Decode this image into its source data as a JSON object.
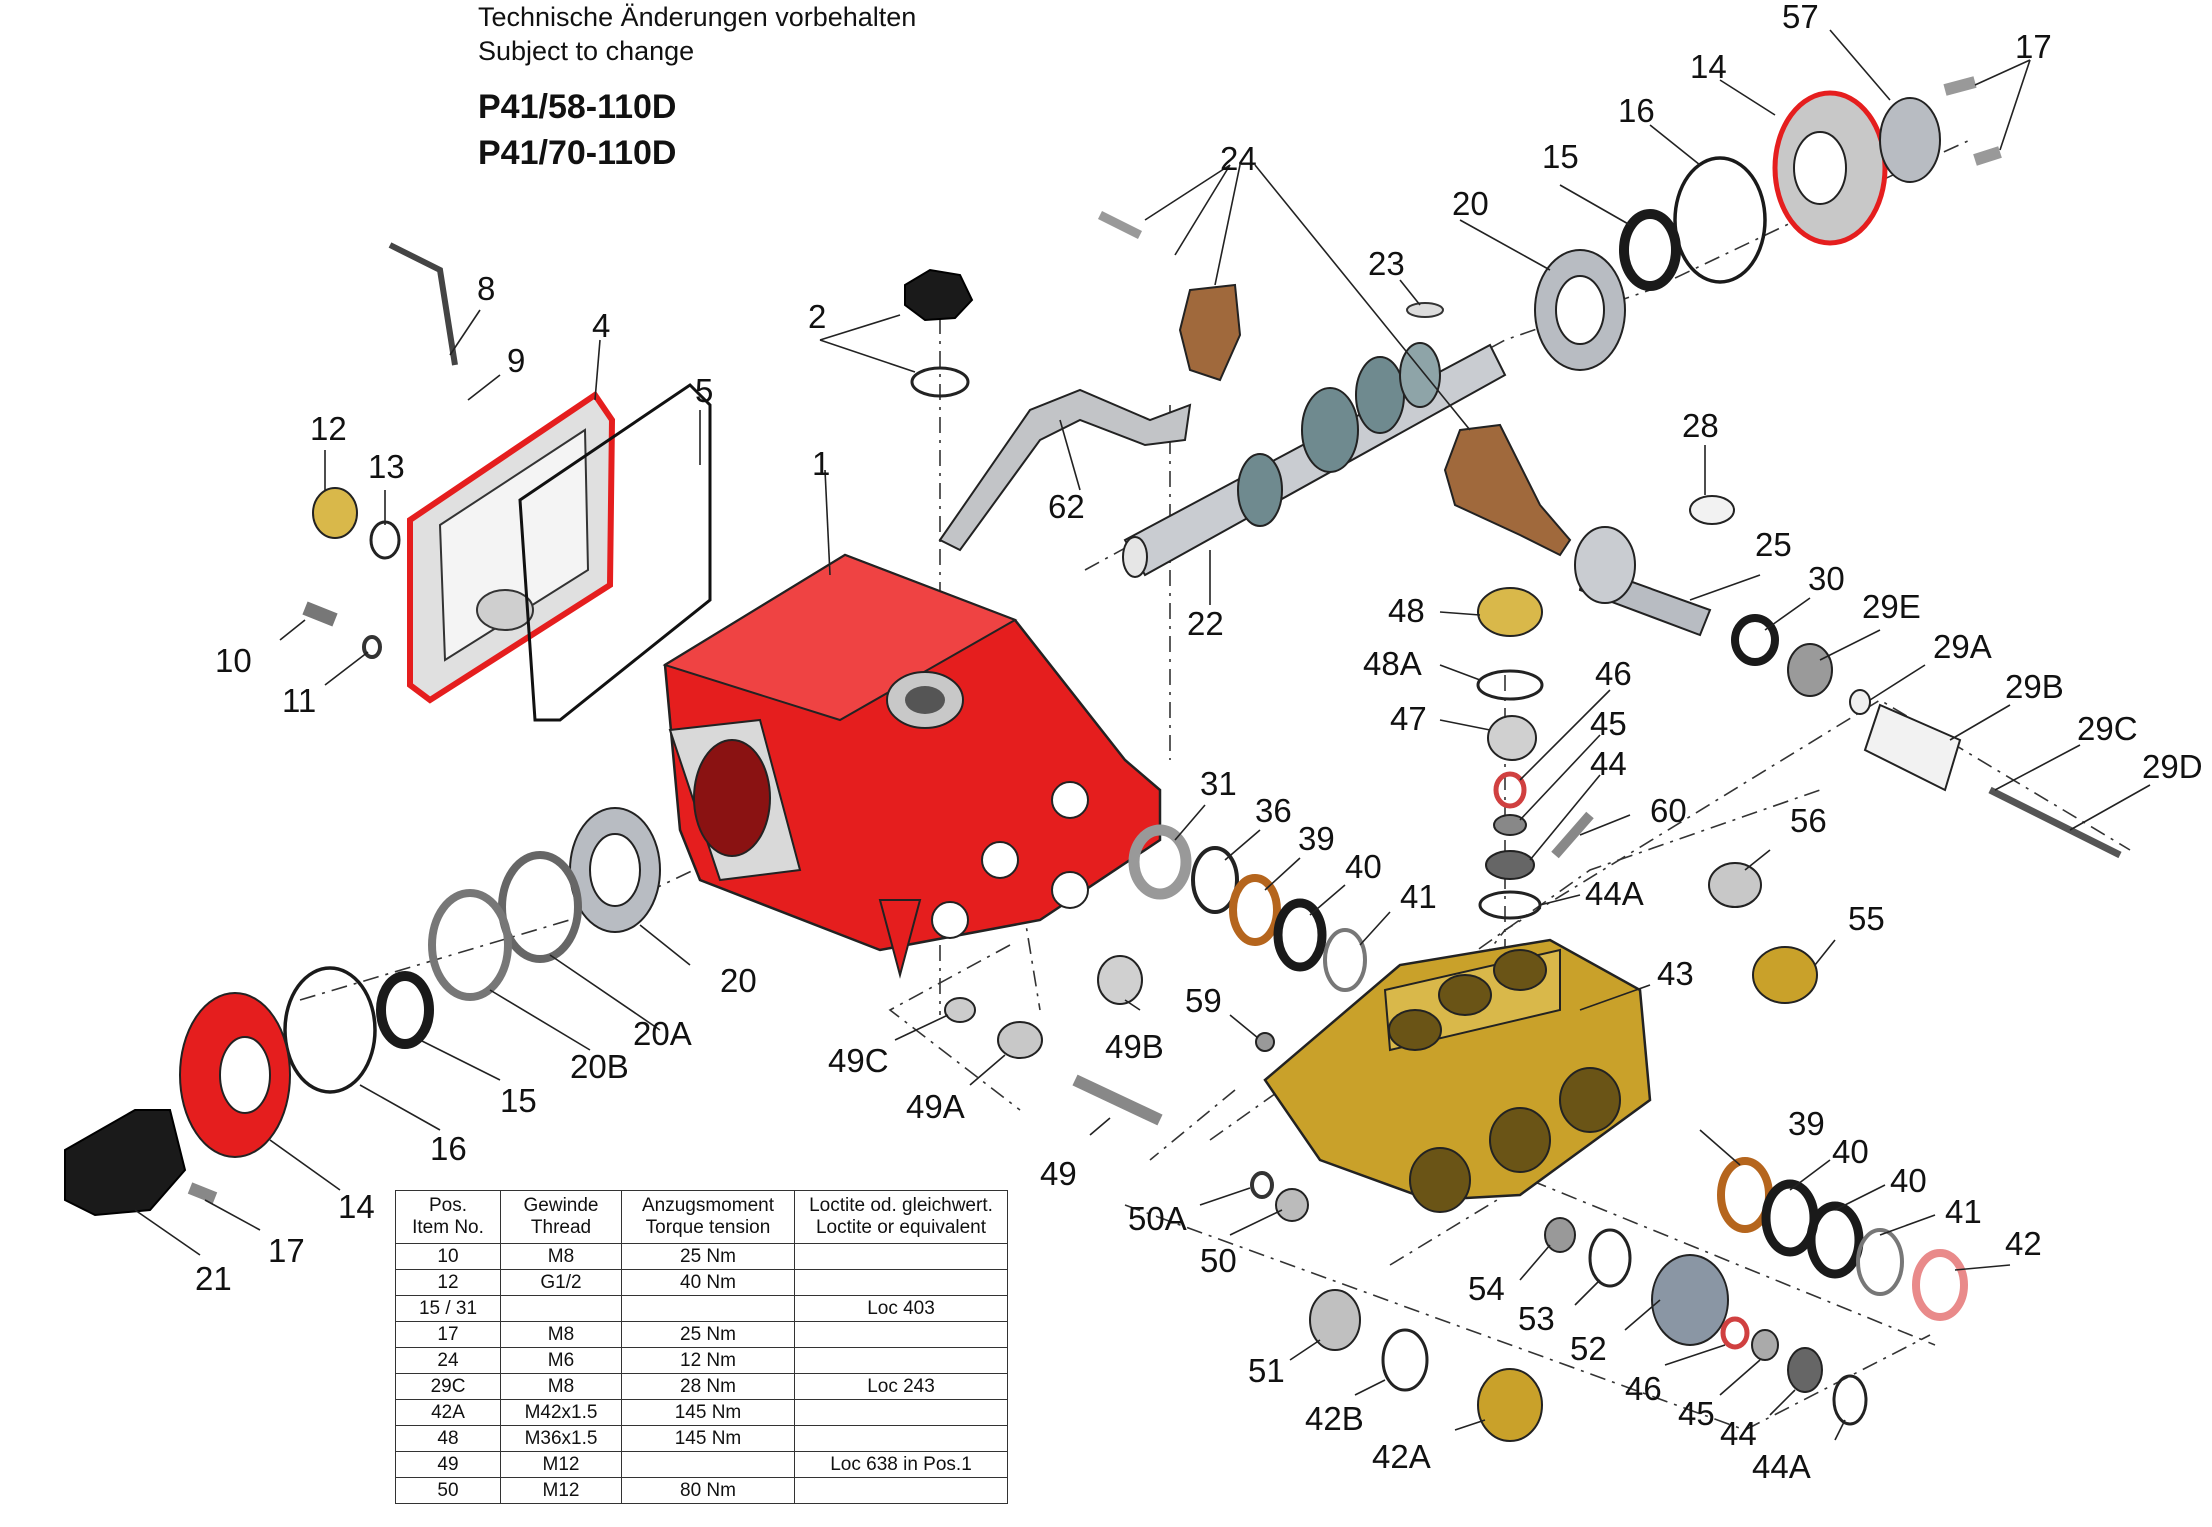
{
  "header": {
    "note_de": "Technische Änderungen vorbehalten",
    "note_en": "Subject to change",
    "models": [
      "P41/58-110D",
      "P41/70-110D"
    ]
  },
  "colors": {
    "crankcase": "#e51e1e",
    "manifold": "#c9a12a",
    "conrod": "#a0693c",
    "steel": "#b8bcc2",
    "seal_black": "#1a1a1a",
    "copper_seal": "#b5651d",
    "pink_ring": "#e98a8a"
  },
  "callouts": [
    "1",
    "2",
    "4",
    "5",
    "8",
    "9",
    "10",
    "11",
    "12",
    "13",
    "14",
    "14",
    "15",
    "15",
    "16",
    "16",
    "17",
    "17",
    "20",
    "20",
    "20A",
    "20B",
    "21",
    "22",
    "23",
    "24",
    "25",
    "28",
    "29A",
    "29B",
    "29C",
    "29D",
    "29E",
    "30",
    "31",
    "36",
    "39",
    "39",
    "40",
    "40",
    "40",
    "41",
    "41",
    "42",
    "42A",
    "42B",
    "43",
    "44",
    "44",
    "44A",
    "44A",
    "45",
    "45",
    "46",
    "46",
    "47",
    "48",
    "48A",
    "49",
    "49A",
    "49B",
    "49C",
    "50",
    "50A",
    "51",
    "52",
    "53",
    "54",
    "55",
    "56",
    "57",
    "59",
    "60",
    "62"
  ],
  "table": {
    "headers": [
      [
        "Pos.",
        "Item No."
      ],
      [
        "Gewinde",
        "Thread"
      ],
      [
        "Anzugsmoment",
        "Torque tension"
      ],
      [
        "Loctite od. gleichwert.",
        "Loctite or equivalent"
      ]
    ],
    "rows": [
      [
        "10",
        "M8",
        "25 Nm",
        ""
      ],
      [
        "12",
        "G1/2",
        "40 Nm",
        ""
      ],
      [
        "15 / 31",
        "",
        "",
        "Loc 403"
      ],
      [
        "17",
        "M8",
        "25 Nm",
        ""
      ],
      [
        "24",
        "M6",
        "12 Nm",
        ""
      ],
      [
        "29C",
        "M8",
        "28 Nm",
        "Loc 243"
      ],
      [
        "42A",
        "M42x1.5",
        "145 Nm",
        ""
      ],
      [
        "48",
        "M36x1.5",
        "145 Nm",
        ""
      ],
      [
        "49",
        "M12",
        "",
        "Loc 638 in Pos.1"
      ],
      [
        "50",
        "M12",
        "80 Nm",
        ""
      ]
    ]
  }
}
